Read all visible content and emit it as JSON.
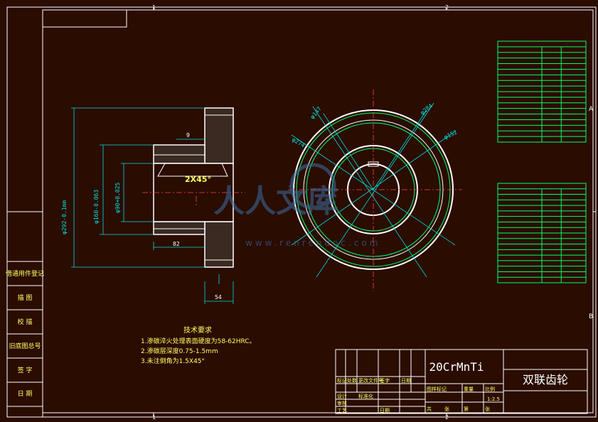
{
  "grid": {
    "col1": "1",
    "col2": "2",
    "rowA": "A",
    "rowB": "B"
  },
  "dimensions": {
    "d_292": "φ292-0.1mm",
    "d_160": "φ160-0.063",
    "d_90": "φ90+0.025",
    "chamfer": "2X45°",
    "len_82": "82",
    "len_54": "54",
    "len_9": "9",
    "d_147": "φ147",
    "d_284": "φ284",
    "d_274": "φ274",
    "d_152": "φ152"
  },
  "watermark": {
    "site": "www.renrendoc.com"
  },
  "tech_req": {
    "title": "技术要求",
    "items": [
      "1.渗碳淬火处理表面硬度为58-62HRC。",
      "2.渗碳层深度0.75-1.5mm",
      "3.未注倒角为1.5X45°"
    ]
  },
  "left_strip": [
    "借通用件登记",
    "描 图",
    "校 描",
    "旧底图总号",
    "签 字",
    "日 期"
  ],
  "title_block": {
    "material": "20CrMnTi",
    "part_name": "双联齿轮",
    "labels": [
      "标记",
      "处数",
      "更改文件号",
      "签字",
      "日期",
      "设计",
      "标准化",
      "审核",
      "工艺",
      "日期",
      "图样标记",
      "重量",
      "比例",
      "共",
      "张",
      "第",
      "张"
    ],
    "scale": "1:2.5"
  }
}
